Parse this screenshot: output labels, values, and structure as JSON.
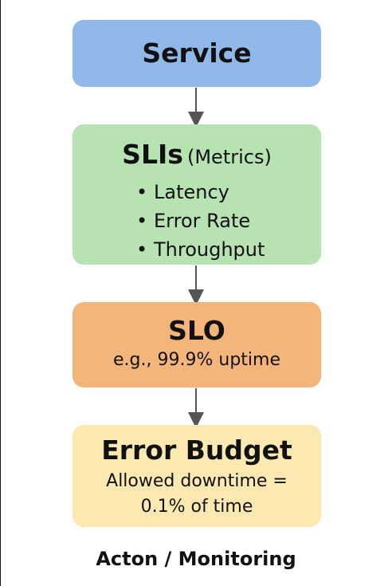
{
  "diagram": {
    "service": {
      "title": "Service",
      "color": "#90b8e8"
    },
    "sli": {
      "title": "SLIs",
      "subtitle": "(Metrics)",
      "items": [
        "Latency",
        "Error Rate",
        "Throughput"
      ],
      "bullet": "•",
      "color": "#b7e2b2"
    },
    "slo": {
      "title": "SLO",
      "description": "e.g., 99.9% uptime",
      "color": "#f4b57a"
    },
    "error_budget": {
      "title": "Error Budget",
      "description_line1": "Allowed downtime =",
      "description_line2": "0.1% of time",
      "color": "#fbe9b1"
    },
    "footer": "Acton / Monitoring",
    "connector_color": "#555555"
  }
}
